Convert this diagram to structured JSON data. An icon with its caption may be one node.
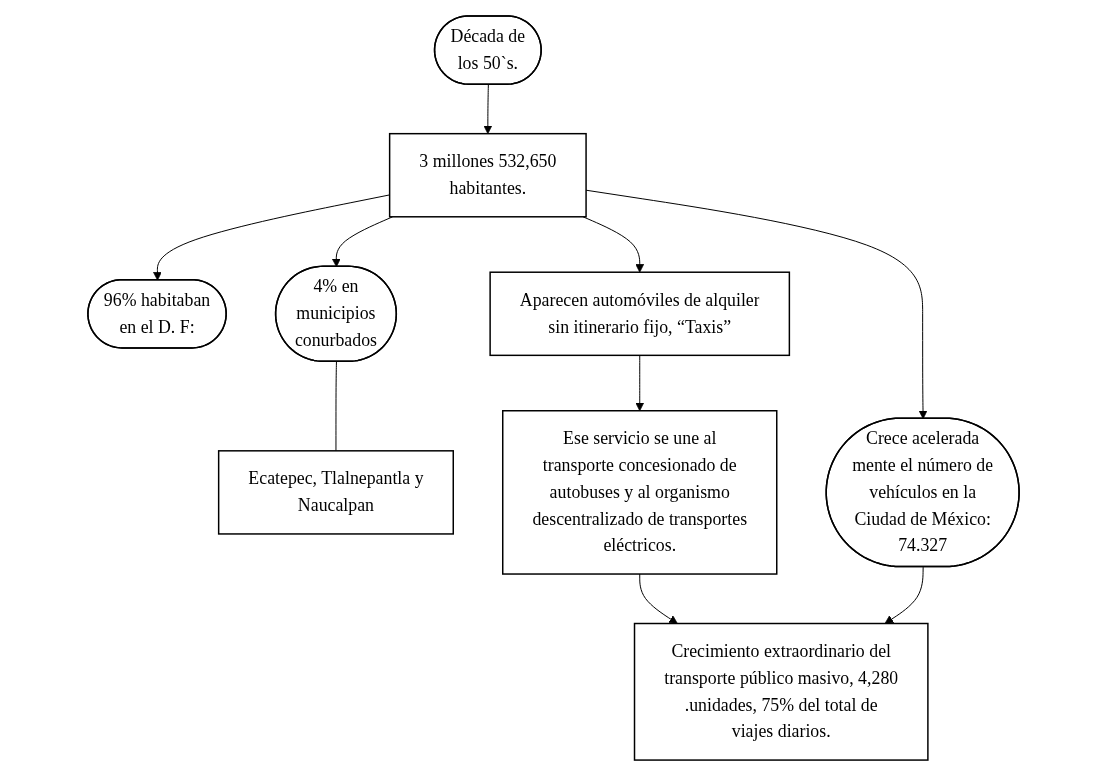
{
  "diagram": {
    "nodes": [
      {
        "text": [
          "Década de los 50`s."
        ]
      },
      {
        "text": [
          "3 millones 532,650 habitantes."
        ]
      },
      {
        "text": [
          "96% habitaban en el D. F:"
        ]
      },
      {
        "text": [
          "4% en municipios conurbados"
        ]
      },
      {
        "text": [
          "Ecatepec, Tlalnepantla y Naucalpan"
        ]
      },
      {
        "text": [
          "Crece acelerada mente el número de vehículos en la Ciudad de México: 74.327"
        ]
      },
      {
        "text": [
          "Aparecen automóviles de alquiler sin itinerario fijo, “Taxis”"
        ]
      },
      {
        "text": [
          "Ese servicio se une al transporte concesionado de autobuses y al organismo descentralizado de transportes eléctricos."
        ]
      },
      {
        "text": [
          "Crecimiento extraordinario del transporte público masivo, 4,280 .unidades, 75% del total de viajes diarios."
        ]
      }
    ],
    "edges": [
      {
        "from": 0,
        "to": 1,
        "arrow": "to"
      },
      {
        "from": 1,
        "to": 2,
        "arrow": "to"
      },
      {
        "from": 1,
        "to": 3,
        "arrow": "to"
      },
      {
        "from": 3,
        "to": 4,
        "arrow": "none"
      },
      {
        "from": 1,
        "to": 6,
        "arrow": "to"
      },
      {
        "from": 1,
        "to": 5,
        "arrow": "to"
      },
      {
        "from": 6,
        "to": 7,
        "arrow": "to"
      },
      {
        "from": 7,
        "to": 8,
        "arrow": "to"
      },
      {
        "from": 5,
        "to": 8,
        "arrow": "to"
      }
    ]
  }
}
